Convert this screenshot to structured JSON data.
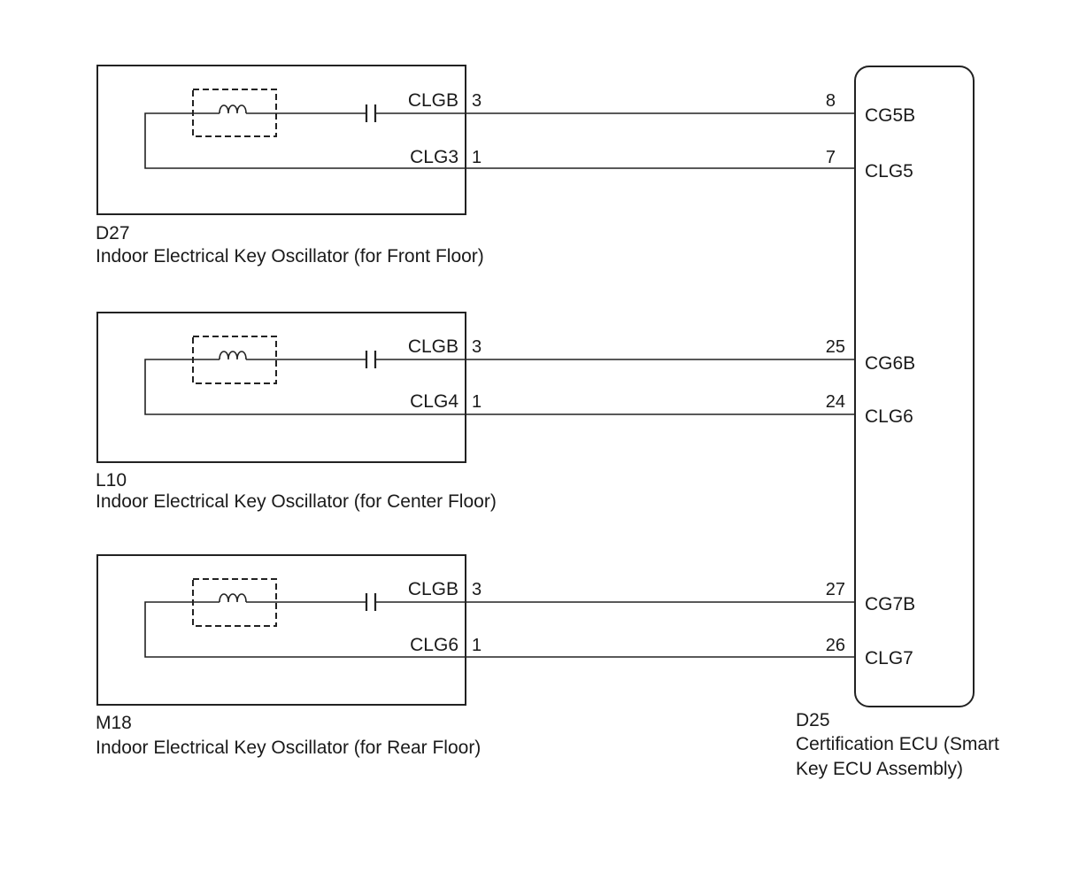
{
  "oscillators": [
    {
      "code": "D27",
      "name": "Indoor Electrical Key Oscillator (for Front Floor)",
      "top_terminal": "CLGB",
      "top_pin": "3",
      "bottom_terminal": "CLG3",
      "bottom_pin": "1"
    },
    {
      "code": "L10",
      "name": "Indoor Electrical Key Oscillator (for Center Floor)",
      "top_terminal": "CLGB",
      "top_pin": "3",
      "bottom_terminal": "CLG4",
      "bottom_pin": "1"
    },
    {
      "code": "M18",
      "name": "Indoor Electrical Key Oscillator (for Rear Floor)",
      "top_terminal": "CLGB",
      "top_pin": "3",
      "bottom_terminal": "CLG6",
      "bottom_pin": "1"
    }
  ],
  "ecu": {
    "code": "D25",
    "name_line1": "Certification ECU (Smart",
    "name_line2": "Key ECU Assembly)",
    "connections": [
      {
        "pin": "8",
        "terminal": "CG5B"
      },
      {
        "pin": "7",
        "terminal": "CLG5"
      },
      {
        "pin": "25",
        "terminal": "CG6B"
      },
      {
        "pin": "24",
        "terminal": "CLG6"
      },
      {
        "pin": "27",
        "terminal": "CG7B"
      },
      {
        "pin": "26",
        "terminal": "CLG7"
      }
    ]
  }
}
